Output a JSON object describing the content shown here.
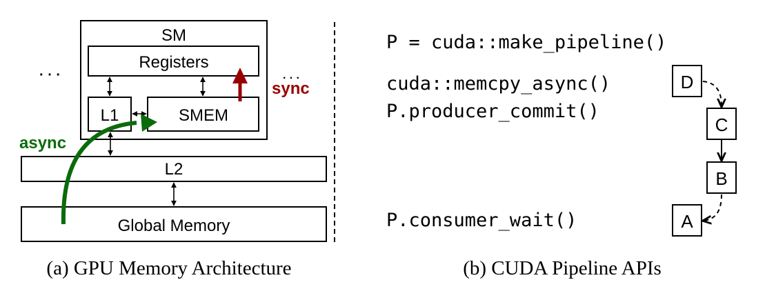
{
  "colors": {
    "stroke": "#000000",
    "async": "#0b6b0b",
    "sync": "#990000",
    "background": "#ffffff"
  },
  "panel_a": {
    "caption": "(a) GPU Memory Architecture",
    "sm_label": "SM",
    "registers_label": "Registers",
    "l1_label": "L1",
    "smem_label": "SMEM",
    "l2_label": "L2",
    "global_memory_label": "Global Memory",
    "async_label": "async",
    "sync_label": "sync",
    "ellipsis_left": "· · ·",
    "ellipsis_right": "· · ·"
  },
  "panel_b": {
    "caption": "(b) CUDA Pipeline APIs",
    "code_lines": [
      "P = cuda::make_pipeline()",
      "cuda::memcpy_async()",
      "P.producer_commit()",
      "P.consumer_wait()"
    ],
    "stages": [
      "D",
      "C",
      "B",
      "A"
    ]
  }
}
